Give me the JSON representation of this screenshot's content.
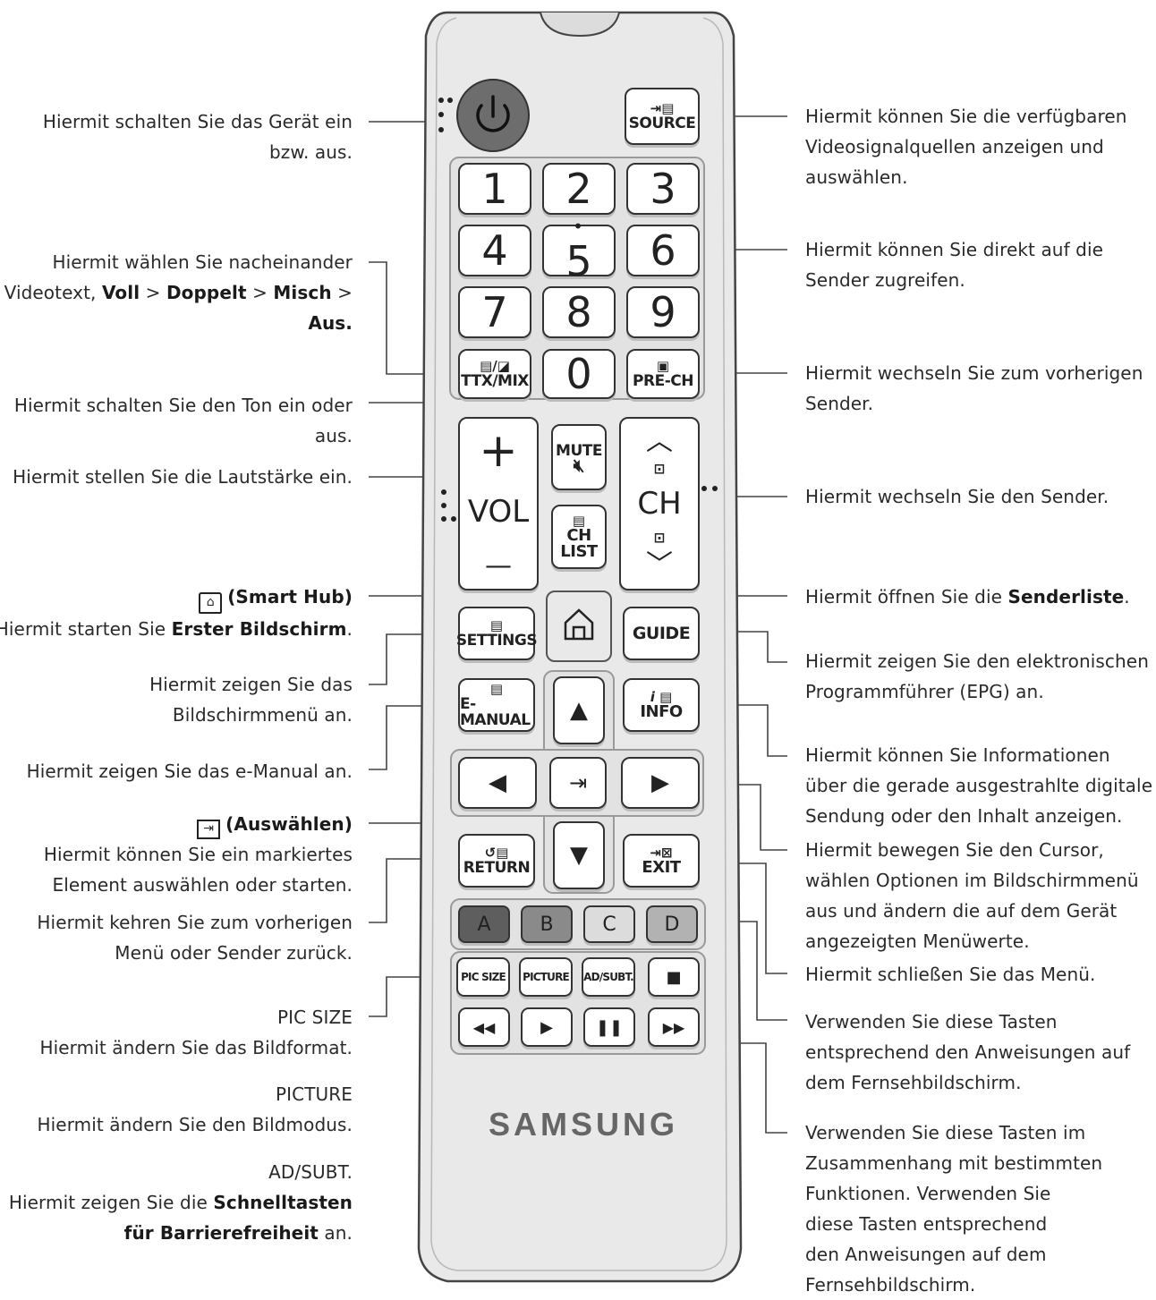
{
  "remote": {
    "brand": "SAMSUNG",
    "buttons": {
      "source": "SOURCE",
      "digits": [
        "1",
        "2",
        "3",
        "4",
        "5",
        "6",
        "7",
        "8",
        "9",
        "0"
      ],
      "ttx": "TTX/MIX",
      "prech": "PRE-CH",
      "mute": "MUTE",
      "vol": "VOL",
      "vol_plus": "+",
      "vol_minus": "—",
      "ch": "CH",
      "chlist_1": "CH",
      "chlist_2": "LIST",
      "settings": "SETTINGS",
      "guide": "GUIDE",
      "emanual": "E-MANUAL",
      "info": "INFO",
      "info_i": "i",
      "return": "RETURN",
      "exit": "EXIT",
      "color_a": "A",
      "color_b": "B",
      "color_c": "C",
      "color_d": "D",
      "picsize": "PIC SIZE",
      "picture": "PICTURE",
      "adsubt": "AD/SUBT."
    },
    "colors": {
      "a": "#5e5e5e",
      "b": "#8a8a8a",
      "c": "#dcdcdc",
      "d": "#b2b2b2",
      "body": "#e9e9e9",
      "power": "#6d6d6d"
    }
  },
  "annotations_left": {
    "power": [
      "Hiermit schalten Sie das Gerät ein",
      "bzw. aus."
    ],
    "ttx": {
      "l1": "Hiermit wählen Sie nacheinander",
      "l2a": "Videotext, ",
      "l2b": "Voll",
      "l2c": " > ",
      "l2d": "Doppelt",
      "l2e": " > ",
      "l2f": "Misch",
      "l2g": " >",
      "l3": "Aus."
    },
    "mute": [
      "Hiermit schalten Sie den Ton ein oder",
      "aus."
    ],
    "vol": "Hiermit stellen Sie die Lautstärke ein.",
    "smarthub": {
      "title": "(Smart Hub)",
      "desc_a": "Hiermit starten Sie ",
      "desc_b": "Erster Bildschirm",
      "desc_c": "."
    },
    "settings": [
      "Hiermit zeigen Sie das",
      "Bildschirmmenü an."
    ],
    "emanual": "Hiermit zeigen Sie das e-Manual an.",
    "select": {
      "title": "(Auswählen)",
      "l1": "Hiermit können Sie ein markiertes",
      "l2": "Element auswählen oder starten."
    },
    "return": [
      "Hiermit kehren Sie zum vorherigen",
      "Menü oder Sender zurück."
    ],
    "picsize": {
      "title": "PIC SIZE",
      "desc": "Hiermit ändern Sie das Bildformat."
    },
    "picture": {
      "title": "PICTURE",
      "desc": "Hiermit ändern Sie den Bildmodus."
    },
    "adsubt": {
      "title": "AD/SUBT.",
      "l1a": "Hiermit zeigen Sie die ",
      "l1b": "Schnelltasten",
      "l2a": "für Barrierefreiheit",
      "l2b": " an."
    }
  },
  "annotations_right": {
    "source": [
      "Hiermit können Sie die verfügbaren",
      "Videosignalquellen anzeigen und",
      "auswählen."
    ],
    "digits": [
      "Hiermit können Sie direkt auf die",
      "Sender zugreifen."
    ],
    "prech": [
      "Hiermit wechseln Sie zum vorherigen",
      "Sender."
    ],
    "ch": "Hiermit wechseln Sie den Sender.",
    "chlist": {
      "a": "Hiermit öffnen Sie die ",
      "b": "Senderliste",
      "c": "."
    },
    "guide": [
      "Hiermit zeigen Sie den elektronischen",
      "Programmführer (EPG) an."
    ],
    "info": [
      "Hiermit können Sie Informationen",
      "über die gerade ausgestrahlte digitale",
      "Sendung oder den Inhalt anzeigen."
    ],
    "cursor": [
      "Hiermit bewegen Sie den Cursor,",
      "wählen Optionen im Bildschirmmenü",
      "aus und ändern die auf dem Gerät",
      "angezeigten Menüwerte."
    ],
    "exit": "Hiermit schließen Sie das Menü.",
    "colors": [
      "Verwenden Sie diese Tasten",
      "entsprechend den Anweisungen auf",
      "dem Fernsehbildschirm."
    ],
    "media": [
      "Verwenden Sie diese Tasten im",
      "Zusammenhang mit bestimmten",
      "Funktionen. Verwenden Sie",
      "diese Tasten entsprechend",
      "den Anweisungen auf dem",
      "Fernsehbildschirm."
    ]
  }
}
